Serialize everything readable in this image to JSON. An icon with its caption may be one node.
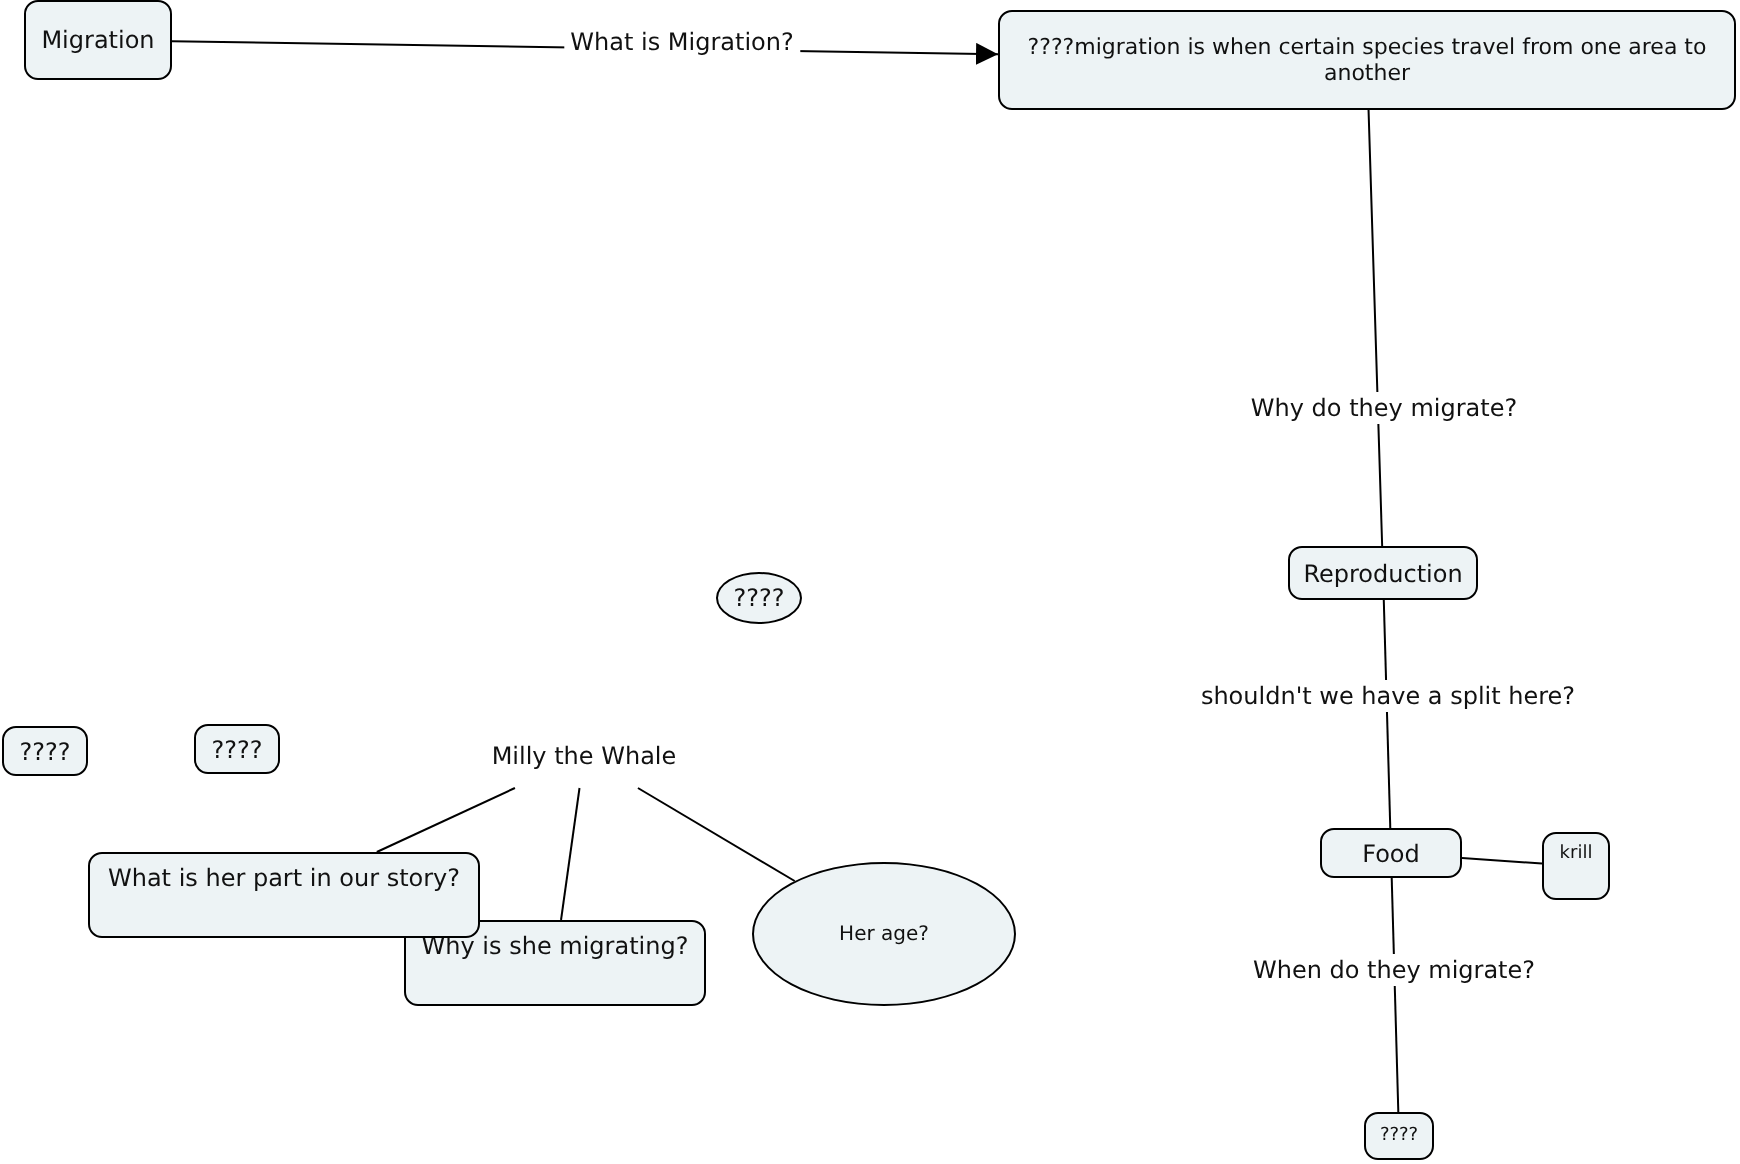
{
  "diagram": {
    "nodes": [
      {
        "text": [
          "Migration"
        ]
      },
      {
        "text": [
          "????migration is when certain species travel from one area to another"
        ]
      },
      {
        "text": [
          "Reproduction"
        ]
      },
      {
        "text": [
          "Food"
        ]
      },
      {
        "text": [
          "krill"
        ]
      },
      {
        "text": [
          "????"
        ]
      },
      {
        "text": [
          "????"
        ]
      },
      {
        "text": [
          "????"
        ]
      },
      {
        "text": [
          "????"
        ]
      },
      {
        "text": [
          "Milly the Whale"
        ]
      },
      {
        "text": [
          "What is her part in our story?"
        ]
      },
      {
        "text": [
          "Why is she migrating?"
        ]
      },
      {
        "text": [
          "Her age?"
        ]
      }
    ],
    "edges": [
      {
        "from": 0,
        "to": 1,
        "arrow": "to",
        "label": "What is Migration?"
      },
      {
        "from": 1,
        "to": 2,
        "arrow": "none",
        "label": "Why do they migrate?"
      },
      {
        "from": 2,
        "to": 3,
        "arrow": "none",
        "label": "shouldn't we have a split here?"
      },
      {
        "from": 3,
        "to": 4,
        "arrow": "none"
      },
      {
        "from": 3,
        "to": 5,
        "arrow": "none",
        "label": "When do they migrate?"
      },
      {
        "from": 9,
        "to": 10,
        "arrow": "none"
      },
      {
        "from": 9,
        "to": 11,
        "arrow": "none"
      },
      {
        "from": 9,
        "to": 12,
        "arrow": "none"
      }
    ]
  }
}
